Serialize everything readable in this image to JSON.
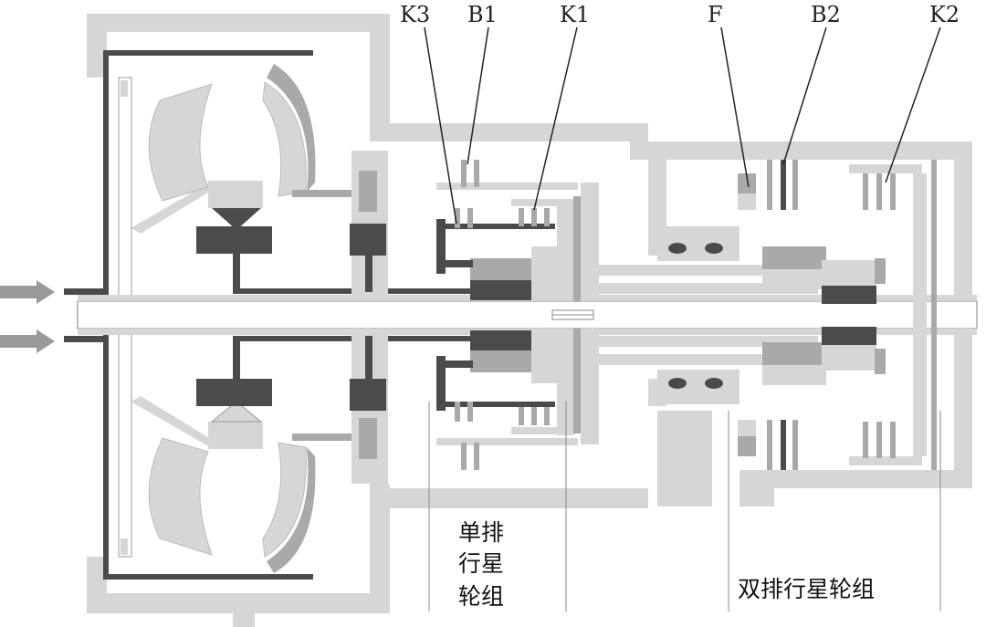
{
  "labels": {
    "k3": "K3",
    "b1": "B1",
    "k1": "K1",
    "f": "F",
    "b2": "B2",
    "k2": "K2"
  },
  "captions": {
    "single_line1": "单排",
    "single_line2": "行星",
    "single_line3": "轮组",
    "double": "双排行星轮组"
  },
  "colors": {
    "light": "#d6d6d6",
    "medium": "#a9a9a9",
    "dark": "#4b4b4b",
    "arrow": "#9a9a9a"
  }
}
